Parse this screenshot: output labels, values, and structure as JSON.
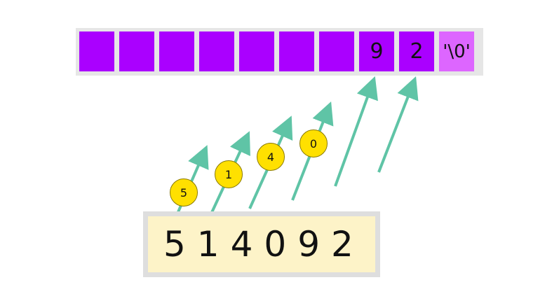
{
  "array_cells": [
    "",
    "",
    "",
    "",
    "",
    "",
    "",
    "9",
    "2",
    "'\\0'"
  ],
  "source_string": "514092",
  "coins": [
    "5",
    "1",
    "4",
    "0"
  ],
  "colors": {
    "cell_fill": "#aa00ff",
    "terminator_fill": "#dd66ff",
    "arrow": "#5fc4a6",
    "coin": "#ffe000",
    "source_box": "#fdf3c8"
  }
}
